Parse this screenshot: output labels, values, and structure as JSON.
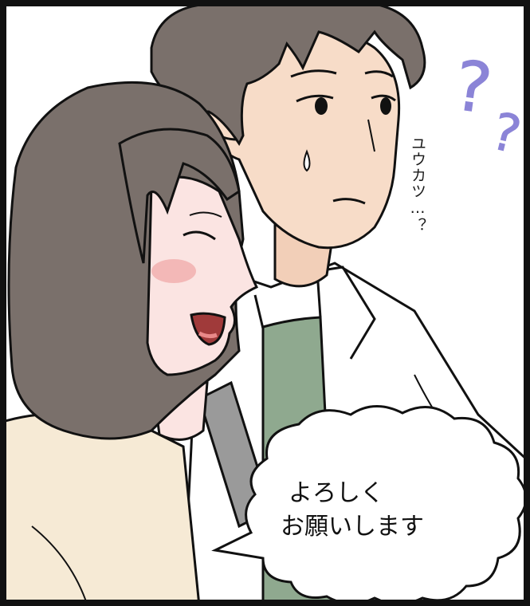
{
  "panel": {
    "sfx_text": "ユウカツ…？",
    "speech_line_1": "よろしく",
    "speech_line_2": "お願いします",
    "question_marks": [
      "?",
      "?"
    ]
  },
  "colors": {
    "hair": "#7a706b",
    "hair_dark": "#5e5551",
    "skin_man": "#f7dcc8",
    "skin_woman": "#fbe4e2",
    "blush": "#f0a9a8",
    "shirt_white": "#ffffff",
    "tshirt_green": "#8fa98f",
    "sweater": "#f6ead5",
    "bag_strap": "#9a9a9a",
    "question_purple": "#8b84d7",
    "outline": "#111111",
    "bubble_fill": "#ffffff"
  }
}
